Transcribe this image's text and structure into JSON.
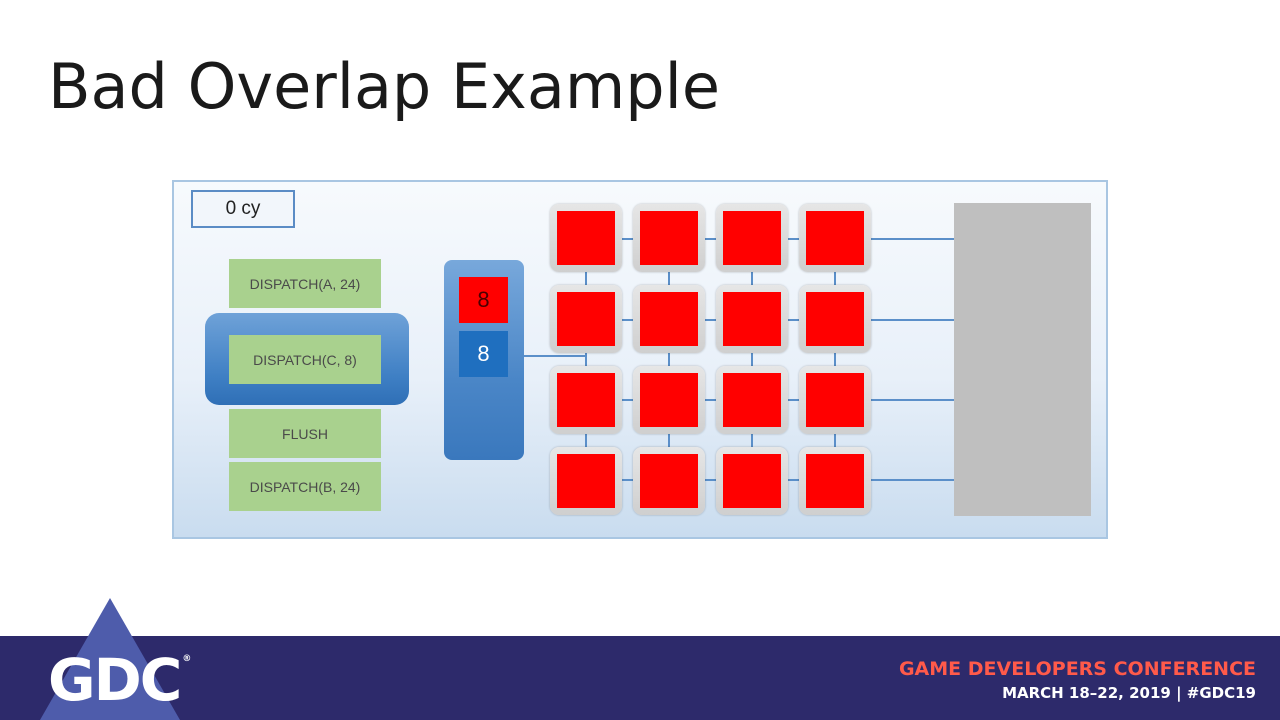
{
  "slide": {
    "title": "Bad Overlap Example"
  },
  "diagram": {
    "cycle_counter": "0 cy",
    "commands": [
      "DISPATCH(A, 24)",
      "DISPATCH(C, 8)",
      "FLUSH",
      "DISPATCH(B, 24)"
    ],
    "queue_slots": [
      "8",
      "8"
    ],
    "colors": {
      "command_fill": "#a9d18e",
      "busy_core": "#ff0000",
      "queue": "#4a86c7",
      "memory": "#bfbfbf",
      "bus_line": "#5b8fc9"
    }
  },
  "footer": {
    "logo": "GDC",
    "conference": "GAME DEVELOPERS CONFERENCE",
    "dates": "MARCH 18–22, 2019 | #GDC19",
    "colors": {
      "band": "#2d2a6b",
      "accent": "#ff5a4a"
    }
  }
}
